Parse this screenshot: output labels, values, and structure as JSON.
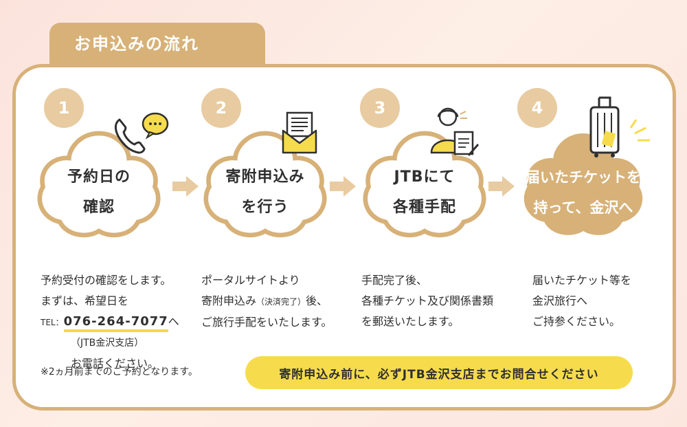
{
  "header": {
    "title": "お申込みの流れ"
  },
  "steps": [
    {
      "number": "1",
      "label_line1": "予約日の",
      "label_line2": "確認",
      "icon": "phone-with-speech-bubble"
    },
    {
      "number": "2",
      "label_line1": "寄附申込み",
      "label_line2": "を行う",
      "icon": "envelope-with-document"
    },
    {
      "number": "3",
      "label_line1": "JTBにて",
      "label_line2": "各種手配",
      "icon": "operator-with-clipboard"
    },
    {
      "number": "4",
      "label_line1": "届いたチケットを",
      "label_line2": "持って、金沢へ",
      "icon": "suitcase"
    }
  ],
  "descriptions": {
    "step1": {
      "line1": "予約受付の確認をします。",
      "line2": "まずは、希望日を",
      "tel_label": "TEL：",
      "tel_number": "076-264-7077",
      "tel_suffix": "へ",
      "branch": "（JTB金沢支店）",
      "line5": "お電話ください。"
    },
    "step2": {
      "line1": "ポータルサイトより",
      "line2_a": "寄附申込み",
      "line2_small": "（決済完了）",
      "line2_b": "後、",
      "line3": "ご旅行手配をいたします。"
    },
    "step3": {
      "line1": "手配完了後、",
      "line2": "各種チケット及び関係書類",
      "line3": "を郵送いたします。"
    },
    "step4": {
      "line1": "届いたチケット等を",
      "line2": "金沢旅行へ",
      "line3": "ご持参ください。"
    }
  },
  "note": "※2ヵ月前までのご予約となります。",
  "notice": "寄附申込み前に、必ずJTB金沢支店までお問合せください",
  "colors": {
    "gold": "#d7b178",
    "number_circle": "#e8cba0",
    "highlight_yellow": "#f6dc4d",
    "text": "#2f2f2f"
  }
}
